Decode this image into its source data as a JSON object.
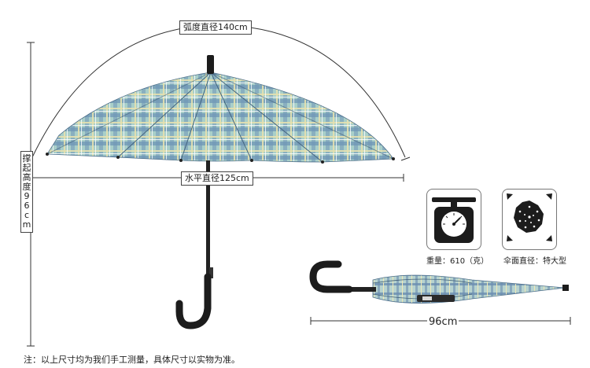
{
  "dimensions": {
    "arc_diameter": "弧度直径140cm",
    "horizontal_diameter": "水平直径125cm",
    "open_height": "撑起高度96cm",
    "folded_length": "96cm"
  },
  "specs": {
    "weight": "重量：610（克）",
    "canopy": "伞面直径：特大型"
  },
  "note": "注：以上尺寸均为我们手工测量，具体尺寸以实物为准。",
  "icons": [
    "scale-icon",
    "umbrella-top-view-icon"
  ],
  "colors": {
    "plaid_base": "#9fc7c4",
    "plaid_blue": "#5a7fa3",
    "plaid_yellow": "#d8cf8a",
    "handle": "#1c1c1c"
  }
}
